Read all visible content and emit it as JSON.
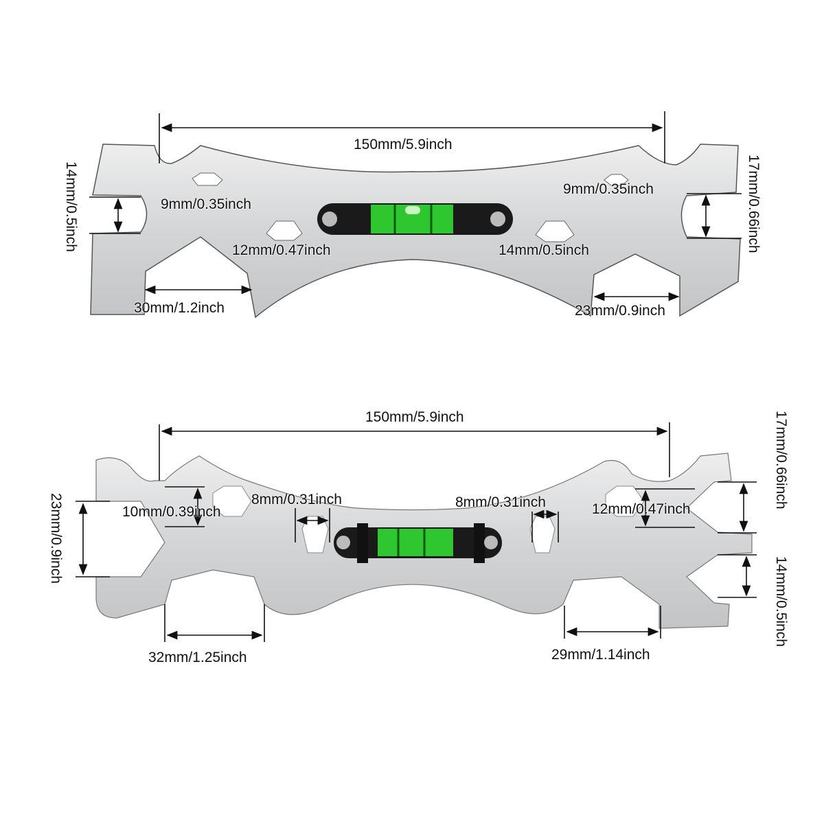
{
  "top_wrench": {
    "length": "150mm/5.9inch",
    "left_jaw": "14mm/0.5inch",
    "right_jaw": "17mm/0.66inch",
    "hex_left_small": "9mm/0.35inch",
    "hex_right_small": "9mm/0.35inch",
    "hex_left_mid": "12mm/0.47inch",
    "hex_right_mid": "14mm/0.5inch",
    "notch_left": "30mm/1.2inch",
    "notch_right": "23mm/0.9inch"
  },
  "bottom_wrench": {
    "length": "150mm/5.9inch",
    "left_jaw": "23mm/0.9inch",
    "right_jaw_upper": "17mm/0.66inch",
    "right_jaw_lower": "14mm/0.5inch",
    "hex_left": "10mm/0.39inch",
    "hex_right": "12mm/0.47inch",
    "slot_left": "8mm/0.31inch",
    "slot_right": "8mm/0.31inch",
    "notch_left": "32mm/1.25inch",
    "notch_right": "29mm/1.14inch"
  },
  "colors": {
    "metal": "#d9dadb",
    "level_vial": "#2fc72f",
    "level_body": "#1a1a1a"
  }
}
